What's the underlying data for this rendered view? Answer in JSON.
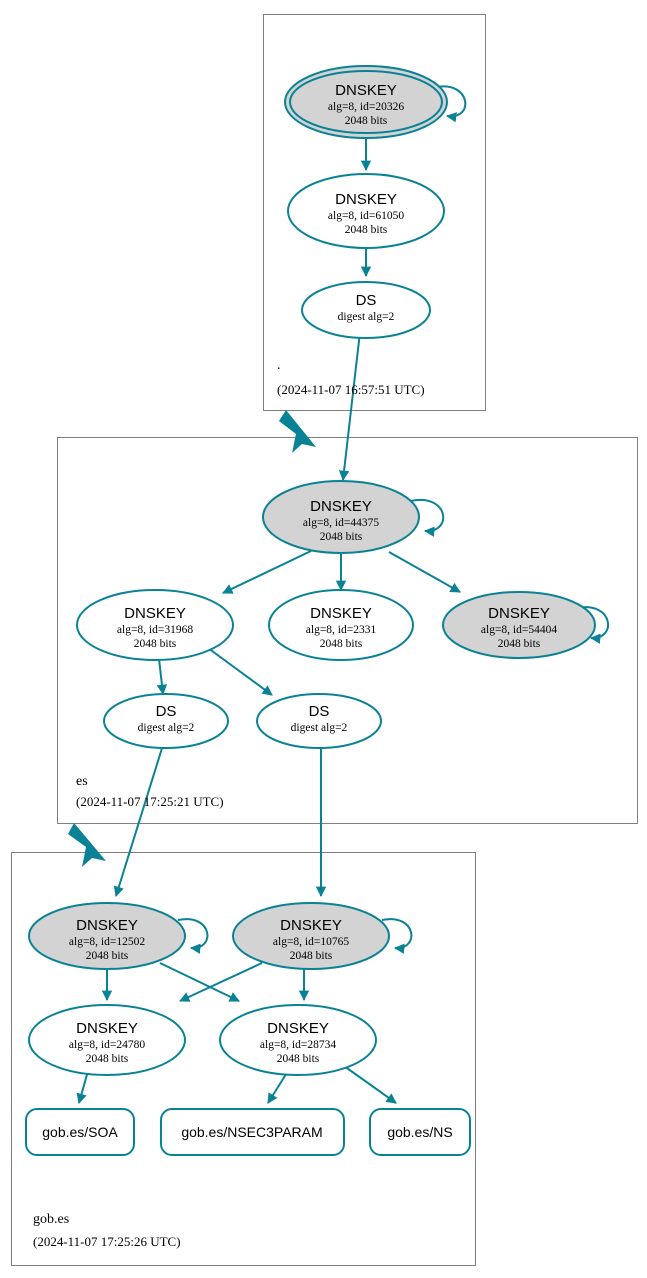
{
  "diagram": {
    "type": "dnssec-authentication-chain",
    "colors": {
      "edge": "#0a8296",
      "node_stroke": "#0a8296",
      "secure_key_fill": "#d3d3d3",
      "plain_fill": "#ffffff",
      "zone_border": "#808080"
    }
  },
  "zones": [
    {
      "id": "root",
      "name": ".",
      "timestamp": "(2024-11-07 16:57:51 UTC)",
      "nodes": [
        {
          "id": "root-ksk-20326",
          "kind": "DNSKEY",
          "title": "DNSKEY",
          "line2": "alg=8, id=20326",
          "line3": "2048 bits",
          "trust_anchor": true,
          "fill": "gray",
          "self_signed": true
        },
        {
          "id": "root-zsk-61050",
          "kind": "DNSKEY",
          "title": "DNSKEY",
          "line2": "alg=8, id=61050",
          "line3": "2048 bits",
          "trust_anchor": false,
          "fill": "white",
          "self_signed": false
        },
        {
          "id": "root-ds-es",
          "kind": "DS",
          "title": "DS",
          "line2": "digest alg=2",
          "line3": "",
          "fill": "white"
        }
      ]
    },
    {
      "id": "es",
      "name": "es",
      "timestamp": "(2024-11-07 17:25:21 UTC)",
      "nodes": [
        {
          "id": "es-ksk-44375",
          "kind": "DNSKEY",
          "title": "DNSKEY",
          "line2": "alg=8, id=44375",
          "line3": "2048 bits",
          "fill": "gray",
          "self_signed": true
        },
        {
          "id": "es-key-31968",
          "kind": "DNSKEY",
          "title": "DNSKEY",
          "line2": "alg=8, id=31968",
          "line3": "2048 bits",
          "fill": "white",
          "self_signed": false
        },
        {
          "id": "es-key-2331",
          "kind": "DNSKEY",
          "title": "DNSKEY",
          "line2": "alg=8, id=2331",
          "line3": "2048 bits",
          "fill": "white",
          "self_signed": false
        },
        {
          "id": "es-key-54404",
          "kind": "DNSKEY",
          "title": "DNSKEY",
          "line2": "alg=8, id=54404",
          "line3": "2048 bits",
          "fill": "gray",
          "self_signed": true
        },
        {
          "id": "es-ds-left",
          "kind": "DS",
          "title": "DS",
          "line2": "digest alg=2",
          "line3": "",
          "fill": "white"
        },
        {
          "id": "es-ds-right",
          "kind": "DS",
          "title": "DS",
          "line2": "digest alg=2",
          "line3": "",
          "fill": "white"
        }
      ]
    },
    {
      "id": "gob-es",
      "name": "gob.es",
      "timestamp": "(2024-11-07 17:25:26 UTC)",
      "nodes": [
        {
          "id": "gob-ksk-12502",
          "kind": "DNSKEY",
          "title": "DNSKEY",
          "line2": "alg=8, id=12502",
          "line3": "2048 bits",
          "fill": "gray",
          "self_signed": true
        },
        {
          "id": "gob-ksk-10765",
          "kind": "DNSKEY",
          "title": "DNSKEY",
          "line2": "alg=8, id=10765",
          "line3": "2048 bits",
          "fill": "gray",
          "self_signed": true
        },
        {
          "id": "gob-zsk-24780",
          "kind": "DNSKEY",
          "title": "DNSKEY",
          "line2": "alg=8, id=24780",
          "line3": "2048 bits",
          "fill": "white",
          "self_signed": false
        },
        {
          "id": "gob-zsk-28734",
          "kind": "DNSKEY",
          "title": "DNSKEY",
          "line2": "alg=8, id=28734",
          "line3": "2048 bits",
          "fill": "white",
          "self_signed": false
        }
      ],
      "rrsets": [
        {
          "id": "rrset-soa",
          "label": "gob.es/SOA"
        },
        {
          "id": "rrset-nsec3param",
          "label": "gob.es/NSEC3PARAM"
        },
        {
          "id": "rrset-ns",
          "label": "gob.es/NS"
        }
      ]
    }
  ],
  "edges": [
    {
      "from": "root-ksk-20326",
      "to": "root-ksk-20326",
      "style": "self-loop"
    },
    {
      "from": "root-ksk-20326",
      "to": "root-zsk-61050",
      "style": "straight"
    },
    {
      "from": "root-zsk-61050",
      "to": "root-ds-es",
      "style": "straight"
    },
    {
      "from": "root-ds-es",
      "to": "es-ksk-44375",
      "style": "cross-zone"
    },
    {
      "from": "es-ksk-44375",
      "to": "es-ksk-44375",
      "style": "self-loop"
    },
    {
      "from": "es-ksk-44375",
      "to": "es-key-31968",
      "style": "straight"
    },
    {
      "from": "es-ksk-44375",
      "to": "es-key-2331",
      "style": "straight"
    },
    {
      "from": "es-ksk-44375",
      "to": "es-key-54404",
      "style": "straight"
    },
    {
      "from": "es-key-54404",
      "to": "es-key-54404",
      "style": "self-loop"
    },
    {
      "from": "es-key-31968",
      "to": "es-ds-left",
      "style": "straight"
    },
    {
      "from": "es-key-31968",
      "to": "es-ds-right",
      "style": "straight"
    },
    {
      "from": "es-ds-left",
      "to": "gob-ksk-12502",
      "style": "cross-zone"
    },
    {
      "from": "es-ds-right",
      "to": "gob-ksk-10765",
      "style": "cross-zone"
    },
    {
      "from": "gob-ksk-12502",
      "to": "gob-ksk-12502",
      "style": "self-loop"
    },
    {
      "from": "gob-ksk-10765",
      "to": "gob-ksk-10765",
      "style": "self-loop"
    },
    {
      "from": "gob-ksk-12502",
      "to": "gob-zsk-24780",
      "style": "straight"
    },
    {
      "from": "gob-ksk-12502",
      "to": "gob-zsk-28734",
      "style": "straight"
    },
    {
      "from": "gob-ksk-10765",
      "to": "gob-zsk-24780",
      "style": "straight"
    },
    {
      "from": "gob-ksk-10765",
      "to": "gob-zsk-28734",
      "style": "straight"
    },
    {
      "from": "gob-zsk-24780",
      "to": "rrset-soa",
      "style": "straight"
    },
    {
      "from": "gob-zsk-28734",
      "to": "rrset-nsec3param",
      "style": "straight"
    },
    {
      "from": "gob-zsk-28734",
      "to": "rrset-ns",
      "style": "straight"
    },
    {
      "from": "root",
      "to": "es",
      "style": "thick-delegation"
    },
    {
      "from": "es",
      "to": "gob-es",
      "style": "thick-delegation"
    }
  ]
}
